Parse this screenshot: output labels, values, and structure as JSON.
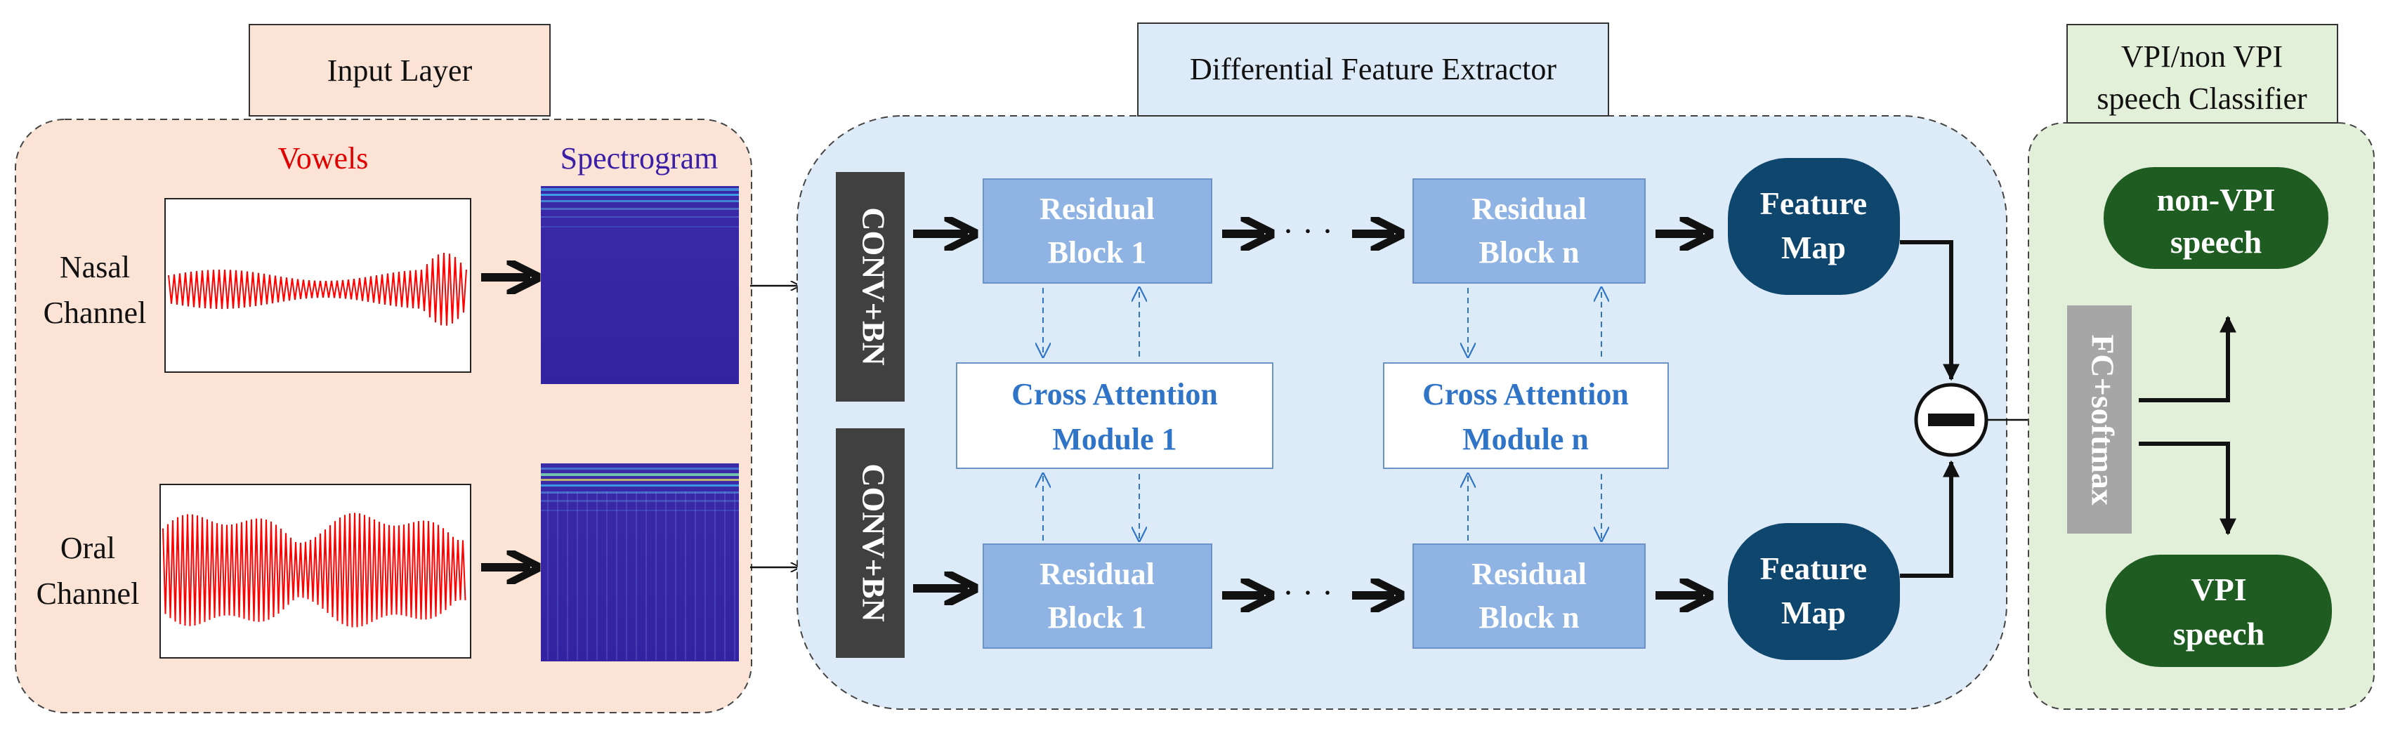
{
  "sections": {
    "input_layer": "Input Layer",
    "extractor": "Differential Feature Extractor",
    "classifier_line1": "VPI/non VPI",
    "classifier_line2": "speech Classifier"
  },
  "input": {
    "vowels_label": "Vowels",
    "spectrogram_label": "Spectrogram",
    "nasal_line1": "Nasal",
    "nasal_line2": "Channel",
    "oral_line1": "Oral",
    "oral_line2": "Channel"
  },
  "extractor": {
    "conv_bn": "CONV+BN",
    "residual_word": "Residual",
    "block_1": "Block 1",
    "block_n": "Block n",
    "dots": "· · ·",
    "cross_attention": "Cross Attention",
    "module_1": "Module 1",
    "module_n": "Module n",
    "feature": "Feature",
    "map": "Map"
  },
  "classifier": {
    "fc_softmax": "FC+softmax",
    "non_vpi_line1": "non-VPI",
    "non_vpi_line2": "speech",
    "vpi_line1": "VPI",
    "vpi_line2": "speech"
  },
  "colors": {
    "input_bg": "#fbe4d6",
    "extractor_bg": "#dcebf7",
    "classifier_bg": "#e2efd9",
    "residual_fill": "#8fb4e3",
    "feature_map_fill": "#0e466e",
    "class_fill": "#1e5c21",
    "conv_fill": "#404040",
    "fc_fill": "#a6a6a6",
    "waveform": "#ff0000",
    "spectrogram": "#3a2aa8"
  }
}
